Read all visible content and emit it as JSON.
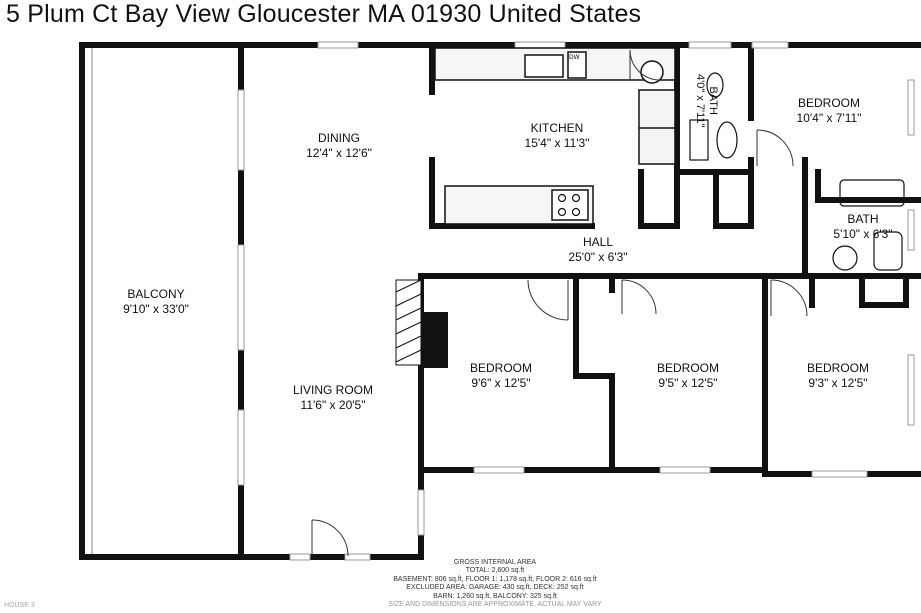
{
  "address": "5 Plum Ct Bay View Gloucester MA 01930 United States",
  "rooms": [
    {
      "key": "balcony",
      "name": "BALCONY",
      "dims": "9'10\" x 33'0\""
    },
    {
      "key": "dining",
      "name": "DINING",
      "dims": "12'4\" x 12'6\""
    },
    {
      "key": "kitchen",
      "name": "KITCHEN",
      "dims": "15'4\" x 11'3\""
    },
    {
      "key": "bath1",
      "name": "BATH",
      "dims": "4'0\" x 7'11\""
    },
    {
      "key": "bedroom1",
      "name": "BEDROOM",
      "dims": "10'4\" x 7'11\""
    },
    {
      "key": "bath2",
      "name": "BATH",
      "dims": "5'10\" x 6'3\""
    },
    {
      "key": "hall",
      "name": "HALL",
      "dims": "25'0\" x 6'3\""
    },
    {
      "key": "living",
      "name": "LIVING ROOM",
      "dims": "11'6\" x 20'5\""
    },
    {
      "key": "bedroom2",
      "name": "BEDROOM",
      "dims": "9'6\" x 12'5\""
    },
    {
      "key": "bedroom3",
      "name": "BEDROOM",
      "dims": "9'5\" x 12'5\""
    },
    {
      "key": "bedroom4",
      "name": "BEDROOM",
      "dims": "9'3\" x 12'5\""
    }
  ],
  "appliance_label": "DW",
  "footer": {
    "heading": "GROSS INTERNAL AREA",
    "total": "TOTAL: 2,600 sq.ft",
    "floors": "BASEMENT: 806 sq.ft, FLOOR 1: 1,178 sq.ft, FLOOR 2: 616 sq.ft",
    "excluded": "EXCLUDED AREA: GARAGE: 430 sq.ft, DECK: 252 sq.ft",
    "barn": "BARN: 1,260 sq.ft, BALCONY: 325 sq.ft",
    "disclaimer": "SIZE AND DIMENSIONS ARE APPROXIMATE, ACTUAL MAY VARY"
  },
  "floor_label": "HOUSE 3"
}
